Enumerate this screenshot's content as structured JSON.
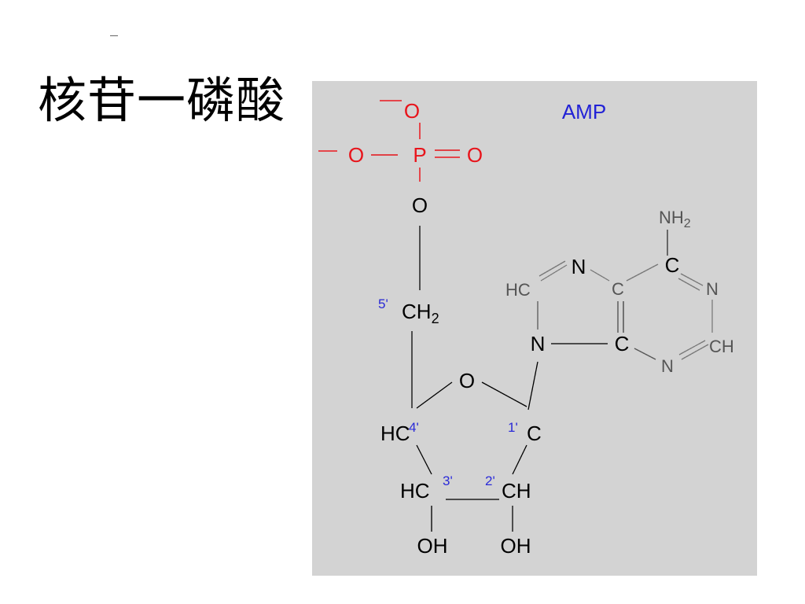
{
  "slide": {
    "title": "核苷一磷酸"
  },
  "molecule": {
    "name": "AMP",
    "phosphate": {
      "o_top": "O",
      "o_left": "O",
      "p": "P",
      "o_right": "O",
      "o_bridge": "O",
      "charge_top": "−",
      "charge_left": "−"
    },
    "sugar": {
      "ch2": "CH",
      "ch2_sub": "2",
      "ring_o": "O",
      "hc4": "HC",
      "c1": "C",
      "hc3": "HC",
      "ch2prime": "CH",
      "oh3": "OH",
      "oh2": "OH",
      "pos5": "5'",
      "pos4": "4'",
      "pos1": "1'",
      "pos3": "3'",
      "pos2": "2'"
    },
    "base": {
      "nh2": "NH",
      "nh2_sub": "2",
      "c6": "C",
      "n1": "N",
      "n7": "N",
      "c5": "C",
      "hc8": "HC",
      "n9": "N",
      "c4": "C",
      "n3": "N",
      "ch2": "CH"
    }
  },
  "colors": {
    "phosphate": "#e8141b",
    "name": "#2222d6",
    "position_labels": "#2a2ad8",
    "structure": "#000000",
    "ring_bonds": "#777777"
  }
}
